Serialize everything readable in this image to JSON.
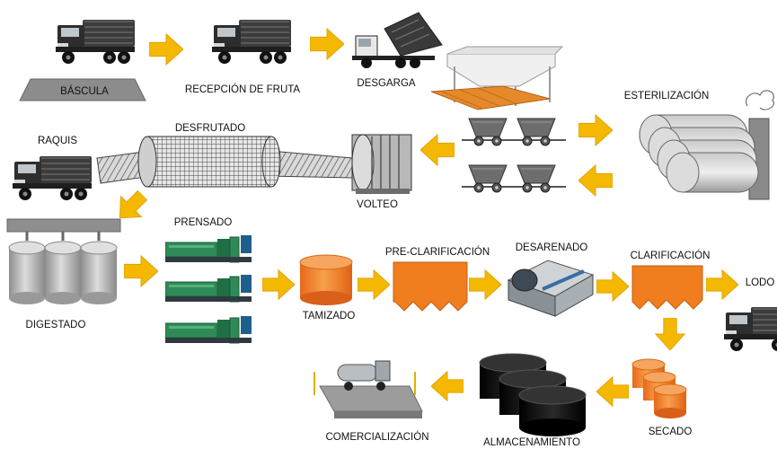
{
  "diagram": {
    "type": "process-flow",
    "steps": [
      {
        "id": "bascula",
        "label": "BÁSCULA"
      },
      {
        "id": "recepcion",
        "label": "RECEPCIÓN DE FRUTA"
      },
      {
        "id": "desgarga",
        "label": "DESGARGA"
      },
      {
        "id": "esterilizacion",
        "label": "ESTERILIZACIÓN"
      },
      {
        "id": "desfrutado",
        "label": "DESFRUTADO"
      },
      {
        "id": "raquis",
        "label": "RAQUIS"
      },
      {
        "id": "volteo",
        "label": "VOLTEO"
      },
      {
        "id": "prensado",
        "label": "PRENSADO"
      },
      {
        "id": "digestado",
        "label": "DIGESTADO"
      },
      {
        "id": "tamizado",
        "label": "TAMIZADO"
      },
      {
        "id": "preclarificacion",
        "label": "PRE-CLARIFICACIÓN"
      },
      {
        "id": "desarenado",
        "label": "DESARENADO"
      },
      {
        "id": "clarificacion",
        "label": "CLARIFICACIÓN"
      },
      {
        "id": "lodo",
        "label": "LODO"
      },
      {
        "id": "secado",
        "label": "SECADO"
      },
      {
        "id": "almacenamiento",
        "label": "ALMACENAMIENTO"
      },
      {
        "id": "comercializacion",
        "label": "COMERCIALIZACIÓN"
      }
    ],
    "flow": [
      [
        "bascula",
        "recepcion"
      ],
      [
        "recepcion",
        "desgarga"
      ],
      [
        "desgarga",
        "esterilizacion"
      ],
      [
        "esterilizacion",
        "volteo"
      ],
      [
        "volteo",
        "desfrutado"
      ],
      [
        "desfrutado",
        "raquis"
      ],
      [
        "desfrutado",
        "digestado"
      ],
      [
        "digestado",
        "prensado"
      ],
      [
        "prensado",
        "tamizado"
      ],
      [
        "tamizado",
        "preclarificacion"
      ],
      [
        "preclarificacion",
        "desarenado"
      ],
      [
        "desarenado",
        "clarificacion"
      ],
      [
        "clarificacion",
        "lodo"
      ],
      [
        "clarificacion",
        "secado"
      ],
      [
        "secado",
        "almacenamiento"
      ],
      [
        "almacenamiento",
        "comercializacion"
      ]
    ],
    "colors": {
      "arrow": "#f5b800",
      "tank_orange": "#f07d1e",
      "tank_gray": "#a8a8a8",
      "press_green": "#2e8b57",
      "truck": "#3a3a3a",
      "platform": "#8c8c8c"
    },
    "icons": [
      "truck-icon",
      "dump-truck-icon",
      "hopper-icon",
      "autoclave-icon",
      "cart-icon",
      "drum-icon",
      "press-icon",
      "tank-icon",
      "decanter-icon",
      "weighbridge-icon",
      "chimney-icon"
    ]
  }
}
